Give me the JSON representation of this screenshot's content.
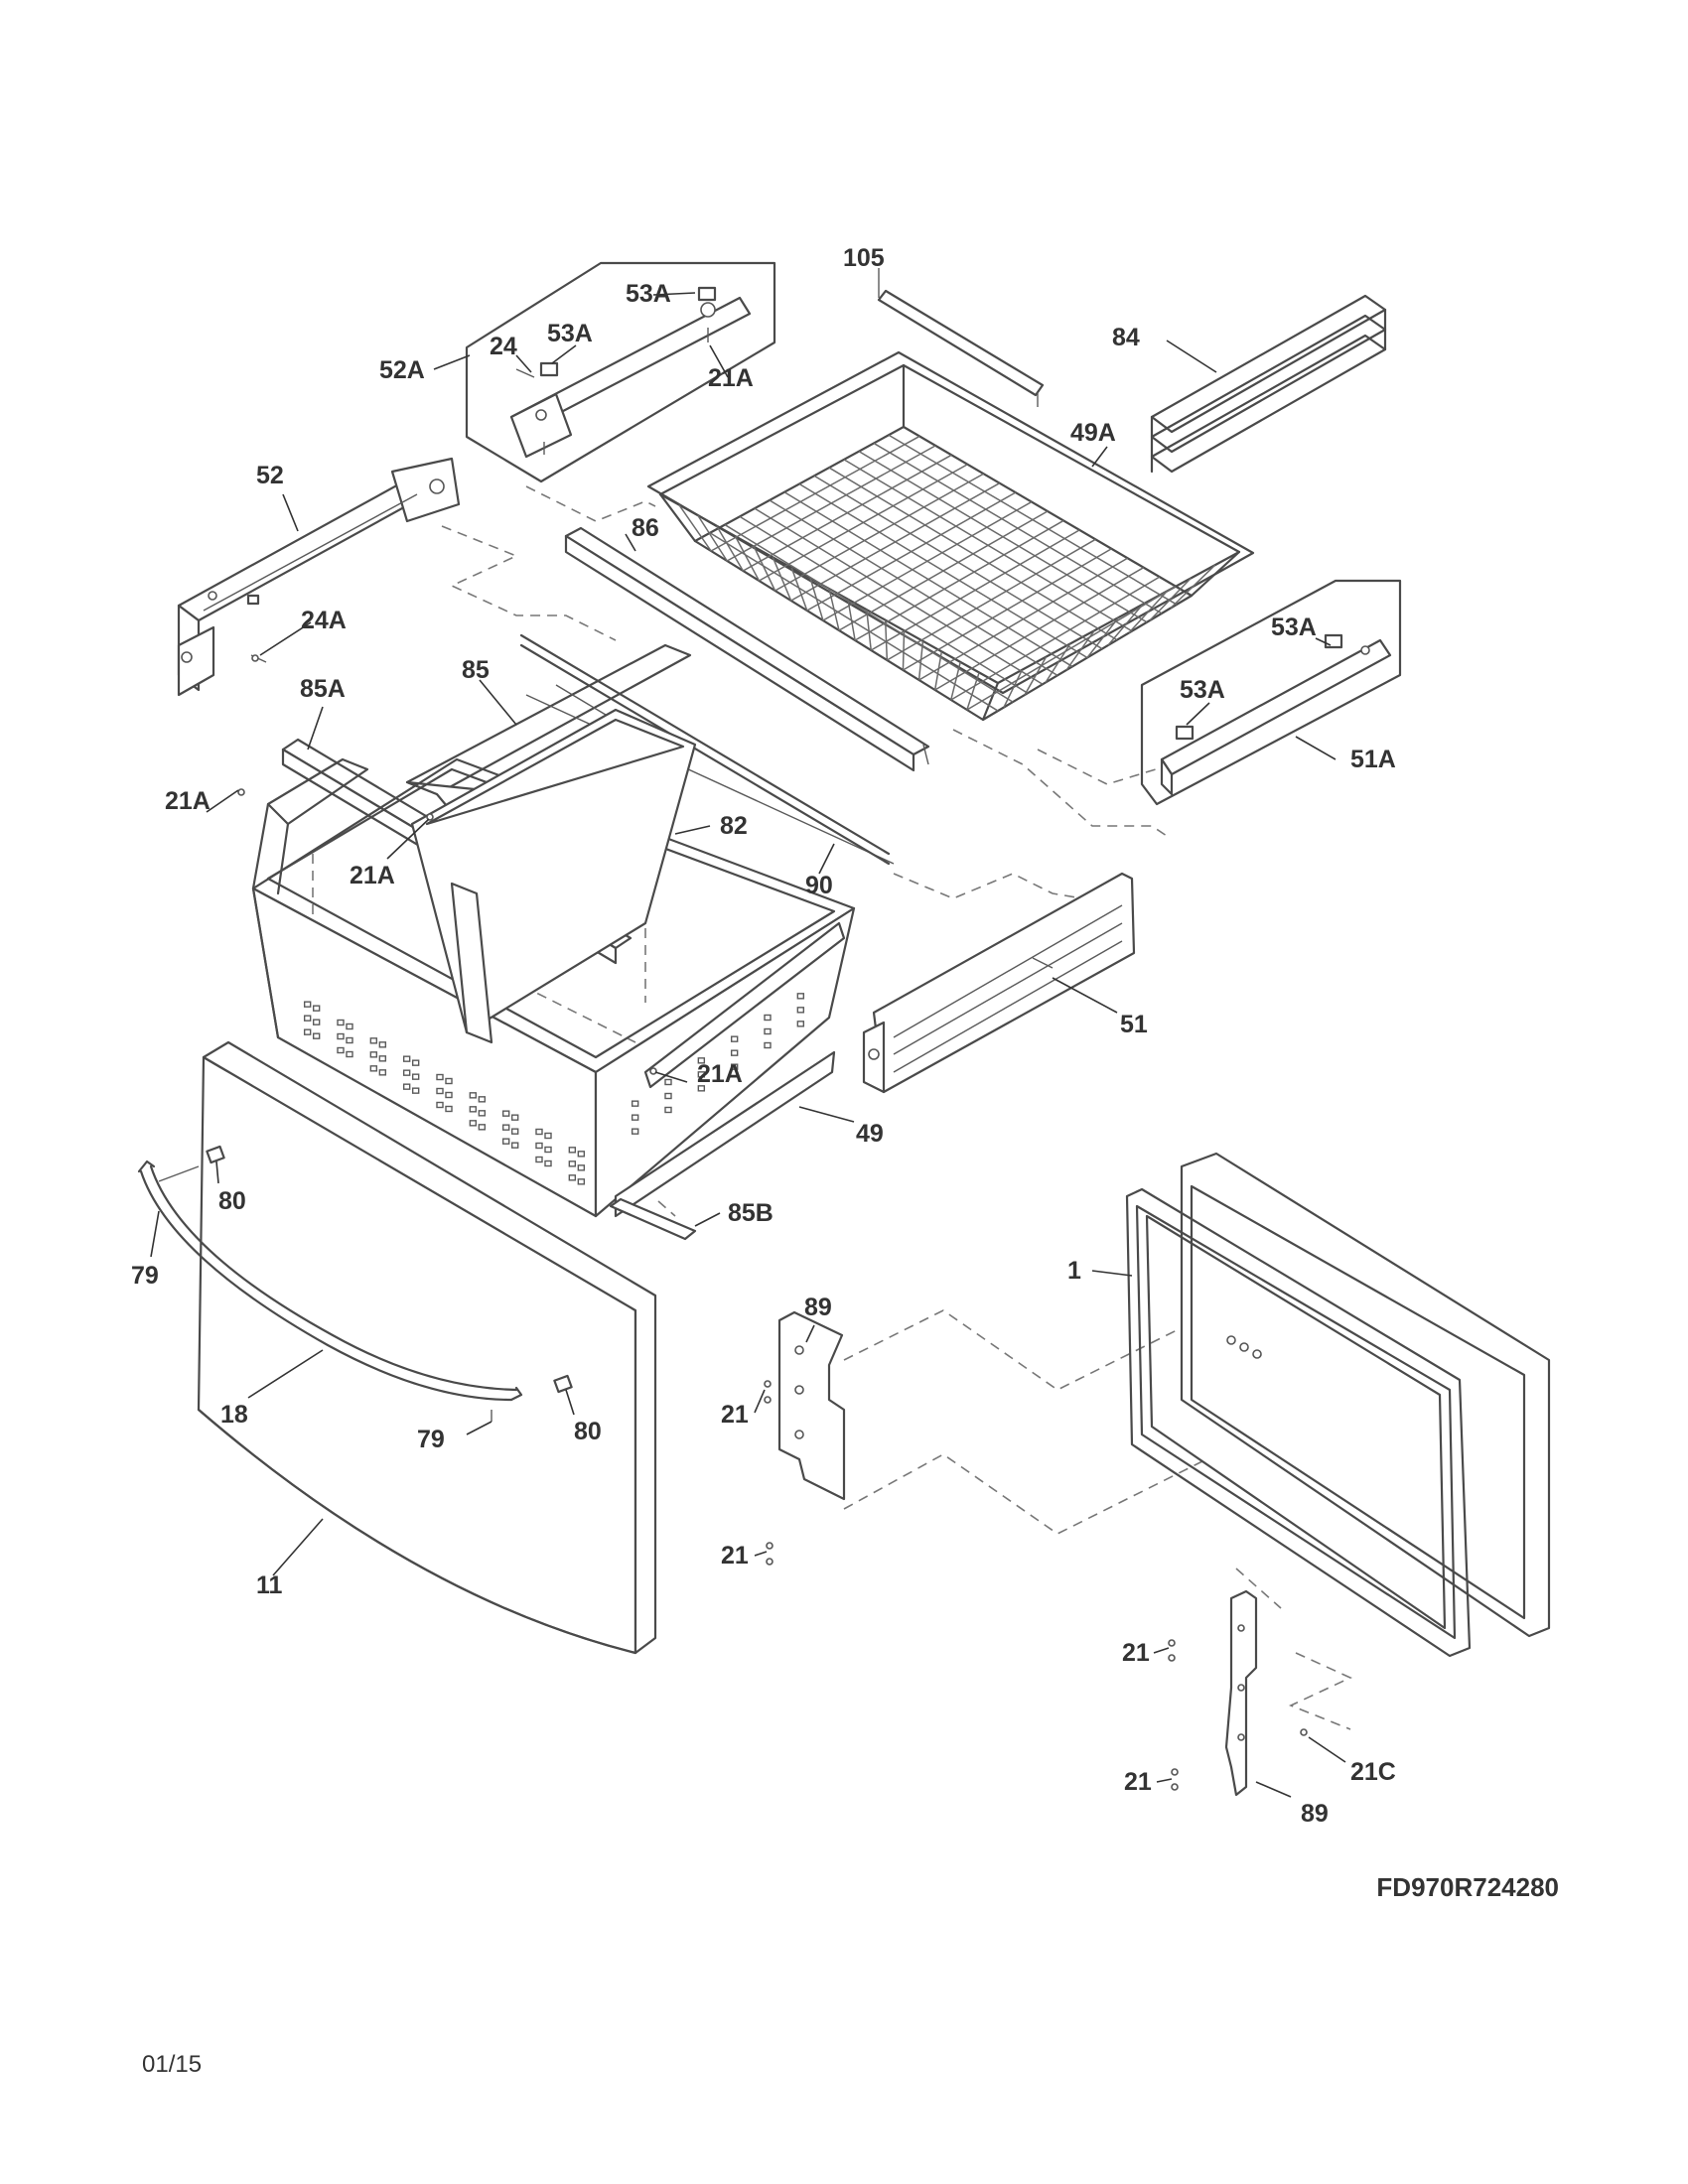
{
  "diagram": {
    "callouts": [
      {
        "id": "105",
        "text": "105"
      },
      {
        "id": "53A-top",
        "text": "53A"
      },
      {
        "id": "24",
        "text": "24"
      },
      {
        "id": "53A-upper",
        "text": "53A"
      },
      {
        "id": "52A",
        "text": "52A"
      },
      {
        "id": "21A-upper",
        "text": "21A"
      },
      {
        "id": "84",
        "text": "84"
      },
      {
        "id": "49A",
        "text": "49A"
      },
      {
        "id": "52",
        "text": "52"
      },
      {
        "id": "86",
        "text": "86"
      },
      {
        "id": "24A",
        "text": "24A"
      },
      {
        "id": "53A-right-top",
        "text": "53A"
      },
      {
        "id": "85",
        "text": "85"
      },
      {
        "id": "85A",
        "text": "85A"
      },
      {
        "id": "53A-right",
        "text": "53A"
      },
      {
        "id": "51A",
        "text": "51A"
      },
      {
        "id": "21A-left",
        "text": "21A"
      },
      {
        "id": "82",
        "text": "82"
      },
      {
        "id": "21A-mid",
        "text": "21A"
      },
      {
        "id": "90",
        "text": "90"
      },
      {
        "id": "51",
        "text": "51"
      },
      {
        "id": "21A-lower",
        "text": "21A"
      },
      {
        "id": "49",
        "text": "49"
      },
      {
        "id": "80-upper",
        "text": "80"
      },
      {
        "id": "85B",
        "text": "85B"
      },
      {
        "id": "79-left",
        "text": "79"
      },
      {
        "id": "1",
        "text": "1"
      },
      {
        "id": "89-upper",
        "text": "89"
      },
      {
        "id": "18",
        "text": "18"
      },
      {
        "id": "21-a",
        "text": "21"
      },
      {
        "id": "79-right",
        "text": "79"
      },
      {
        "id": "80-lower",
        "text": "80"
      },
      {
        "id": "21-b",
        "text": "21"
      },
      {
        "id": "11",
        "text": "11"
      },
      {
        "id": "21-c",
        "text": "21"
      },
      {
        "id": "21-d",
        "text": "21"
      },
      {
        "id": "21C",
        "text": "21C"
      },
      {
        "id": "89-lower",
        "text": "89"
      }
    ]
  },
  "footer": {
    "model_code": "FD970R724280",
    "date": "01/15"
  }
}
